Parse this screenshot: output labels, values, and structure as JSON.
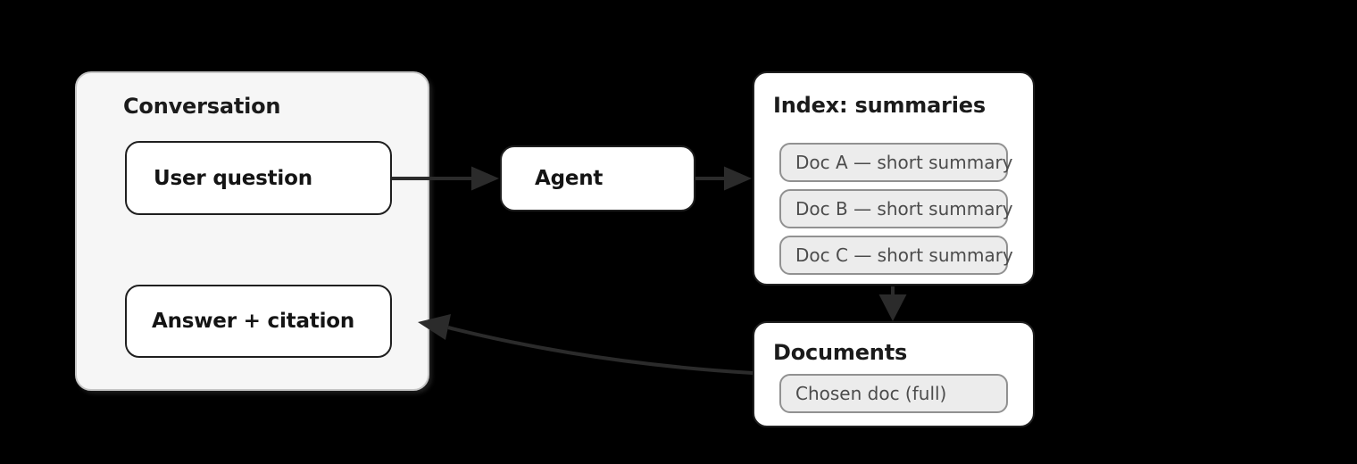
{
  "conversation": {
    "title": "Conversation",
    "user_question": "User question",
    "answer_citation": "Answer + citation"
  },
  "agent": {
    "label": "Agent"
  },
  "index": {
    "title": "Index: summaries",
    "items": [
      "Doc A — short summary",
      "Doc B — short summary",
      "Doc C — short summary"
    ]
  },
  "documents": {
    "title": "Documents",
    "items": [
      "Chosen doc (full)"
    ]
  },
  "edges": [
    {
      "from": "User question",
      "to": "Agent",
      "style": "straight-arrow"
    },
    {
      "from": "Agent",
      "to": "Index: summaries",
      "style": "straight-arrow"
    },
    {
      "from": "Index: summaries",
      "to": "Documents",
      "style": "straight-arrow"
    },
    {
      "from": "Documents",
      "to": "Answer + citation",
      "style": "curved-arrow"
    }
  ],
  "colors": {
    "background": "#000000",
    "arrow": "#2b2b2b",
    "node_fill": "#ffffff",
    "node_border": "#1f1f1f",
    "container_fill": "#f6f6f6",
    "container_border": "#c5c5c5",
    "pill_fill": "#ececec",
    "pill_border": "#919191",
    "pill_text": "#4c4c4c",
    "title_text": "#1b1b1b"
  }
}
